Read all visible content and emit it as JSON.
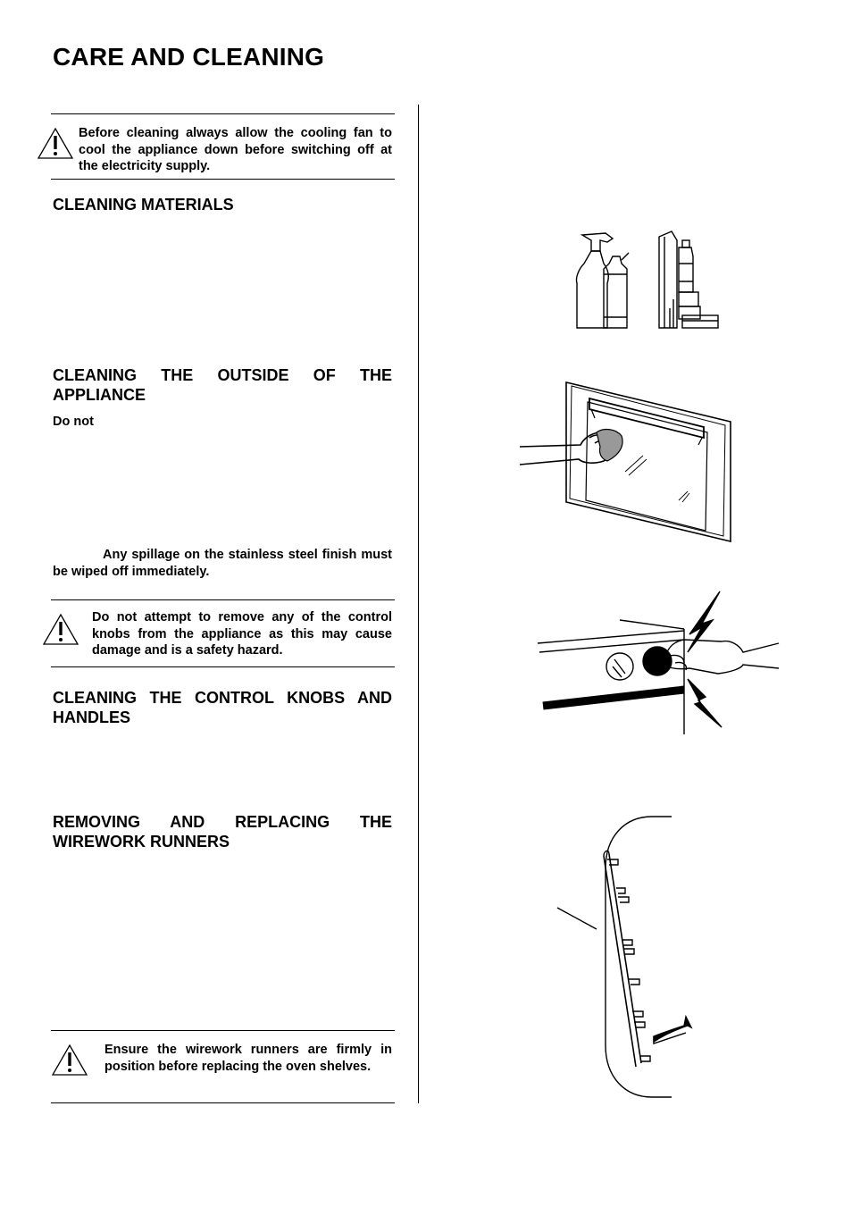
{
  "page": {
    "title": "CARE AND CLEANING"
  },
  "warnings": {
    "cooling_fan": "Before cleaning always allow the cooling fan to cool the appliance down before switching off at the electricity supply.",
    "control_knobs": "Do not attempt to remove any of the control knobs from the appliance as this may cause damage and is a safety hazard.",
    "wirework": "Ensure the wirework runners are firmly in position before replacing the oven shelves."
  },
  "sections": {
    "cleaning_materials": {
      "heading": "CLEANING MATERIALS"
    },
    "outside": {
      "heading_line1": "CLEANING THE OUTSIDE OF THE",
      "heading_line2": "APPLIANCE",
      "do_not": "Do  not",
      "spillage": "Any spillage on the stainless steel finish must be wiped off immediately."
    },
    "knobs": {
      "heading_line1": "CLEANING THE CONTROL KNOBS AND",
      "heading_line2": "HANDLES"
    },
    "runners": {
      "heading_line1": "REMOVING AND REPLACING THE",
      "heading_line2": "WIREWORK RUNNERS"
    }
  },
  "icons": {
    "warning": "warning-triangle-icon"
  }
}
